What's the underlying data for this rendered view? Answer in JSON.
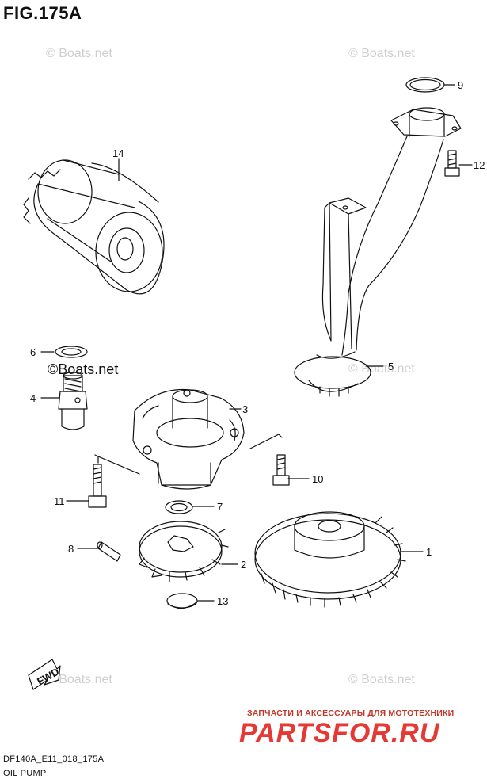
{
  "figure": {
    "title": "FIG.175A",
    "drawing_code": "DF140A_E11_018_175A",
    "name": "OIL PUMP"
  },
  "watermarks": {
    "text": "© Boats.net",
    "overlay_label": "©Boats.net"
  },
  "callouts": [
    {
      "id": "1",
      "part": "oil-pump-gear"
    },
    {
      "id": "2",
      "part": "oil-pump-drive-gear"
    },
    {
      "id": "3",
      "part": "oil-pump-body"
    },
    {
      "id": "4",
      "part": "oil-pressure-switch"
    },
    {
      "id": "5",
      "part": "oil-strainer"
    },
    {
      "id": "6",
      "part": "gasket"
    },
    {
      "id": "7",
      "part": "washer"
    },
    {
      "id": "8",
      "part": "pin"
    },
    {
      "id": "9",
      "part": "o-ring"
    },
    {
      "id": "10",
      "part": "bolt"
    },
    {
      "id": "11",
      "part": "bolt"
    },
    {
      "id": "12",
      "part": "bolt"
    },
    {
      "id": "13",
      "part": "circlip"
    },
    {
      "id": "14",
      "part": "oil-filter"
    }
  ],
  "direction_marker": "FWD",
  "promo": {
    "line": "ЗАПЧАСТИ И АКСЕССУАРЫ ДЛЯ МОТОТЕХНИКИ",
    "brand": "PARTSFOR.RU",
    "color": "#e53935"
  },
  "colors": {
    "line": "#111111",
    "watermark": "#cfcfcf"
  }
}
